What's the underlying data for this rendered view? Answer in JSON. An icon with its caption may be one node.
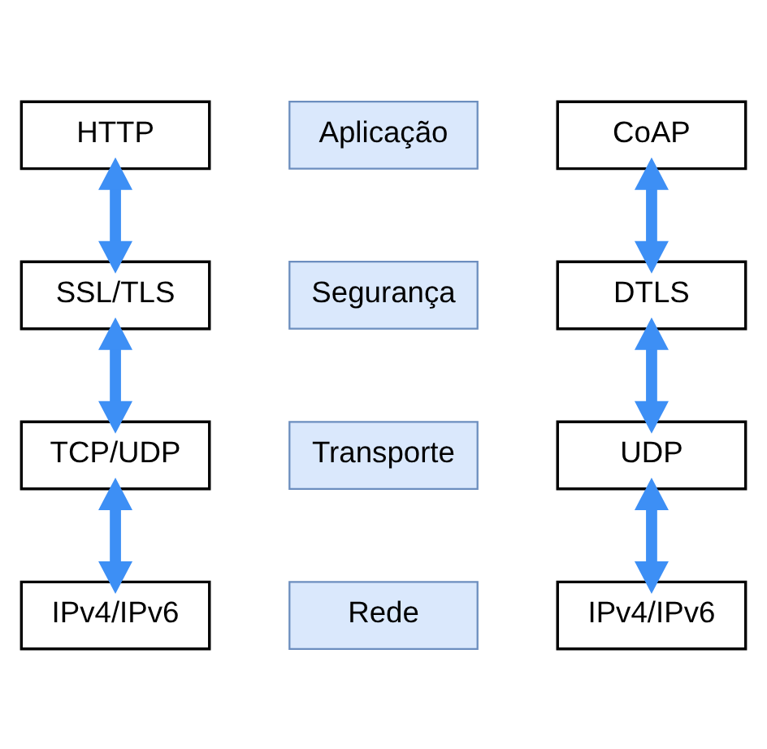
{
  "diagram": {
    "nodes": [
      {
        "text": [
          "HTTP"
        ]
      },
      {
        "text": [
          "Aplicação"
        ]
      },
      {
        "text": [
          "CoAP"
        ]
      },
      {
        "text": [
          "SSL/TLS"
        ]
      },
      {
        "text": [
          "Segurança"
        ]
      },
      {
        "text": [
          "DTLS"
        ]
      },
      {
        "text": [
          "TCP/UDP"
        ]
      },
      {
        "text": [
          "Transporte"
        ]
      },
      {
        "text": [
          "UDP"
        ]
      },
      {
        "text": [
          "IPv4/IPv6"
        ]
      },
      {
        "text": [
          "Rede"
        ]
      },
      {
        "text": [
          "IPv4/IPv6"
        ]
      }
    ],
    "edges": [
      {
        "from": 0,
        "to": 3,
        "arrow": "both"
      },
      {
        "from": 3,
        "to": 6,
        "arrow": "both"
      },
      {
        "from": 6,
        "to": 9,
        "arrow": "both"
      },
      {
        "from": 2,
        "to": 5,
        "arrow": "both"
      },
      {
        "from": 5,
        "to": 8,
        "arrow": "both"
      },
      {
        "from": 8,
        "to": 11,
        "arrow": "both"
      }
    ]
  }
}
